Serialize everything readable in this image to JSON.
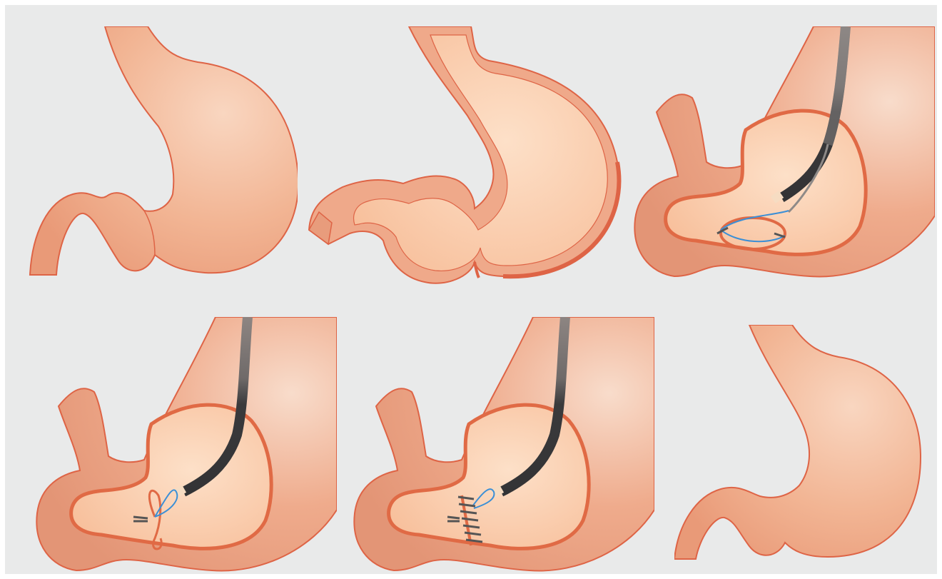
{
  "figure": {
    "panels": [
      {
        "id": "panel-1",
        "depicts": "stomach-before-procedure"
      },
      {
        "id": "panel-2",
        "depicts": "stomach-wall-cross-section"
      },
      {
        "id": "panel-3",
        "depicts": "endoscope-placing-suture-loop"
      },
      {
        "id": "panel-4",
        "depicts": "suture-cinched-tissue-plication"
      },
      {
        "id": "panel-5",
        "depicts": "row-of-plications"
      },
      {
        "id": "panel-6",
        "depicts": "stomach-after-procedure"
      }
    ]
  },
  "colors": {
    "background": "#e9eaea",
    "stomach_light": "#fbd2b6",
    "stomach_mid": "#f2a886",
    "stomach_dark": "#ea9a78",
    "outline": "#de6446",
    "wall_thick": "#e06a45",
    "endoscope_dark": "#3a3a3c",
    "endoscope_grey": "#8e8a88",
    "suture": "#3b8fd6",
    "anchor": "#555555",
    "scope_tip": "#f6dcc2"
  },
  "icons": [
    "stomach-icon",
    "endoscope-icon",
    "suture-loop-icon",
    "tissue-anchor-icon"
  ]
}
